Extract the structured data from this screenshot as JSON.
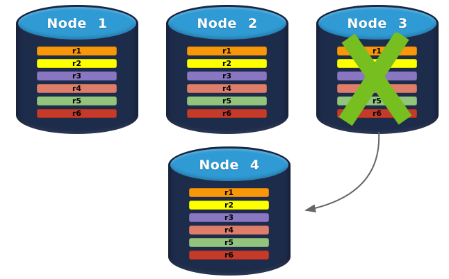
{
  "diagram": {
    "description": "Database replication failover diagram: four database nodes each holding rows r1-r6; Node 3 is crossed out (failed) with an arrow redirecting to Node 4.",
    "nodes": [
      {
        "label": "Node 1",
        "failed": false,
        "rows": [
          {
            "label": "r1",
            "color": "#F79709"
          },
          {
            "label": "r2",
            "color": "#FEFF00"
          },
          {
            "label": "r3",
            "color": "#8977C1"
          },
          {
            "label": "r4",
            "color": "#DF7D6B"
          },
          {
            "label": "r5",
            "color": "#93C47E"
          },
          {
            "label": "r6",
            "color": "#C53A28"
          }
        ]
      },
      {
        "label": "Node 2",
        "failed": false,
        "rows": [
          {
            "label": "r1",
            "color": "#F79709"
          },
          {
            "label": "r2",
            "color": "#FEFF00"
          },
          {
            "label": "r3",
            "color": "#8977C1"
          },
          {
            "label": "r4",
            "color": "#DF7D6B"
          },
          {
            "label": "r5",
            "color": "#93C47E"
          },
          {
            "label": "r6",
            "color": "#C53A28"
          }
        ]
      },
      {
        "label": "Node 3",
        "failed": true,
        "rows": [
          {
            "label": "r1",
            "color": "#F79709"
          },
          {
            "label": "r2",
            "color": "#FEFF00"
          },
          {
            "label": "r3",
            "color": "#8977C1"
          },
          {
            "label": "r4",
            "color": "#DF7D6B"
          },
          {
            "label": "r5",
            "color": "#93C47E"
          },
          {
            "label": "r6",
            "color": "#C53A28"
          }
        ]
      },
      {
        "label": "Node 4",
        "failed": false,
        "rows": [
          {
            "label": "r1",
            "color": "#F79709"
          },
          {
            "label": "r2",
            "color": "#FEFF00"
          },
          {
            "label": "r3",
            "color": "#8977C1"
          },
          {
            "label": "r4",
            "color": "#DF7D6B"
          },
          {
            "label": "r5",
            "color": "#93C47E"
          },
          {
            "label": "r6",
            "color": "#C53A28"
          }
        ]
      }
    ],
    "colors": {
      "cylinder_body": "#1E2C4C",
      "cylinder_top": "#2F9AD3",
      "title_text": "#FFFFFF",
      "row_text": "#000000",
      "x_mark": "#77BE21",
      "arrow": "#666666"
    },
    "annotations": {
      "x_mark_on": "Node 3",
      "arrow_from": "Node 3",
      "arrow_to": "Node 4"
    }
  }
}
